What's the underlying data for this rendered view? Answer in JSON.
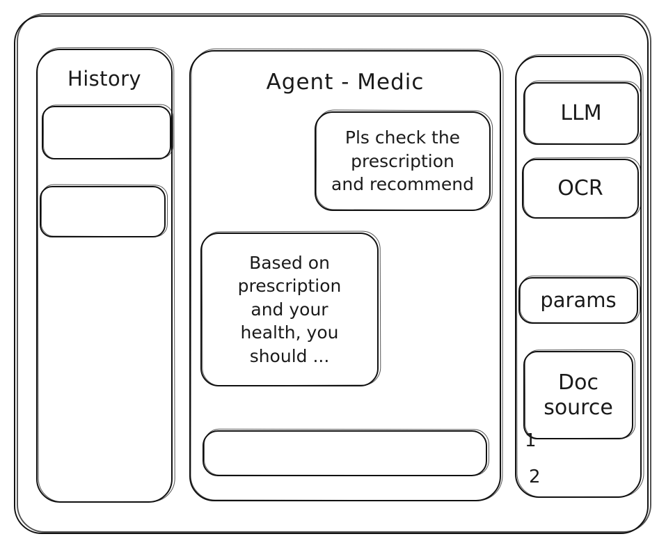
{
  "window": {
    "frame_label": "app-window"
  },
  "sidebar_left": {
    "title": "History",
    "items": [
      {
        "label": ""
      },
      {
        "label": ""
      }
    ]
  },
  "main": {
    "title": "Agent - Medic",
    "messages": [
      {
        "role": "user",
        "lines": [
          "Pls check the",
          "prescription",
          "and recommend"
        ]
      },
      {
        "role": "agent",
        "lines": [
          "Based on",
          "prescription",
          "and your",
          "health, you",
          "should ..."
        ]
      }
    ],
    "composer": {
      "value": "",
      "placeholder": ""
    }
  },
  "sidebar_right": {
    "tools": [
      {
        "name": "llm",
        "lines": [
          "LLM"
        ]
      },
      {
        "name": "ocr",
        "lines": [
          "OCR"
        ]
      },
      {
        "name": "params",
        "lines": [
          "params"
        ]
      },
      {
        "name": "doc-source",
        "lines": [
          "Doc",
          "source"
        ]
      }
    ],
    "doc_entries": [
      {
        "label": "1"
      },
      {
        "label": "2"
      }
    ]
  },
  "style": {
    "ink": "#111111",
    "paper": "#ffffff"
  }
}
